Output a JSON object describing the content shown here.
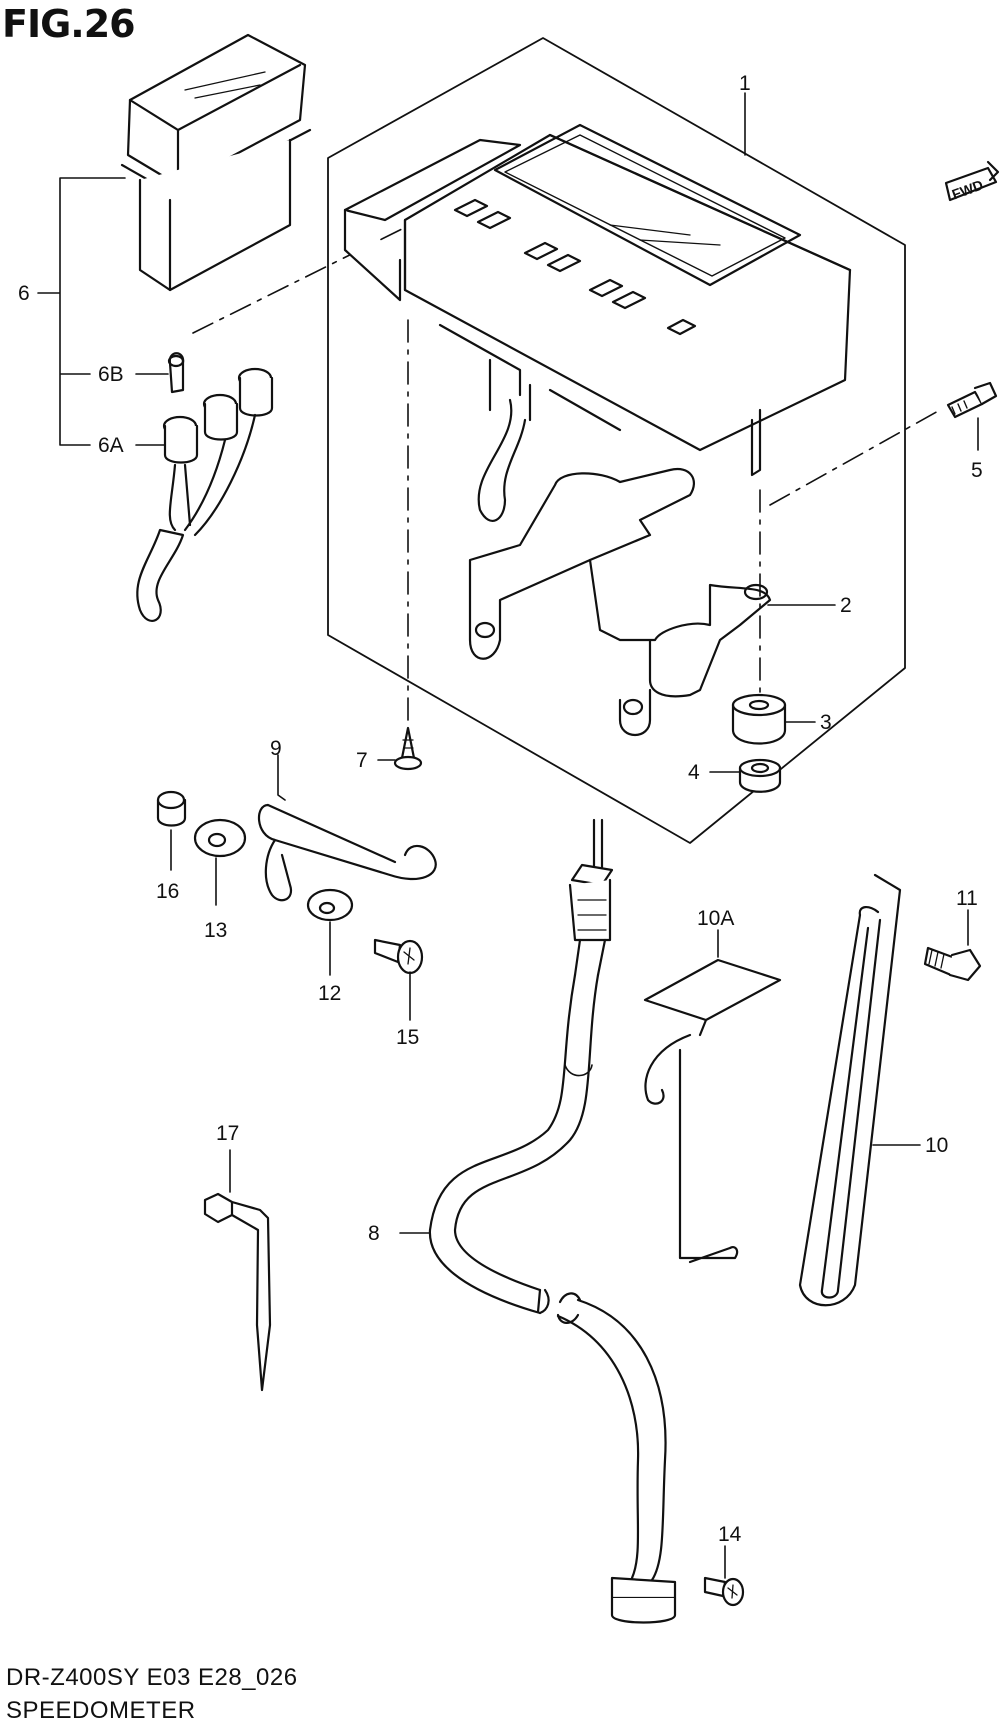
{
  "page_title": "FIG.26",
  "footer": {
    "model_code": "DR-Z400SY E03 E28_026",
    "section_name": "SPEEDOMETER"
  },
  "direction_badge": "FWD",
  "callouts": {
    "p1": "1",
    "p2": "2",
    "p3": "3",
    "p4": "4",
    "p5": "5",
    "p6": "6",
    "p6a": "6A",
    "p6b": "6B",
    "p7": "7",
    "p8": "8",
    "p9": "9",
    "p10": "10",
    "p10a": "10A",
    "p11": "11",
    "p12": "12",
    "p13": "13",
    "p14": "14",
    "p15": "15",
    "p16": "16",
    "p17": "17"
  }
}
